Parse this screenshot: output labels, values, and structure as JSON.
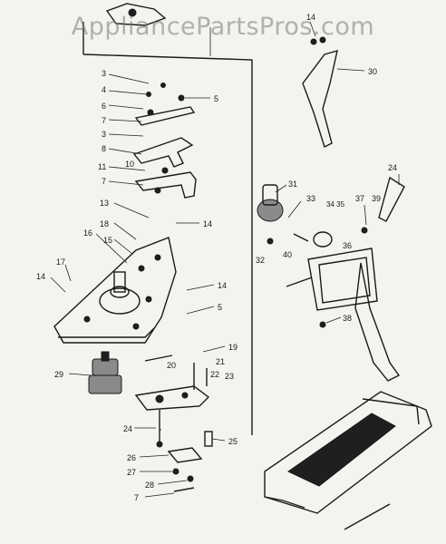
{
  "watermark": "AppliancePartsPros.com",
  "labels": {
    "l_3a": "3",
    "l_4": "4",
    "l_5a": "5",
    "l_6": "6",
    "l_7a": "7",
    "l_3b": "3",
    "l_8": "8",
    "l_11": "11",
    "l_10": "10",
    "l_7b": "7",
    "l_13": "13",
    "l_18": "18",
    "l_14a": "14",
    "l_16": "16",
    "l_15": "15",
    "l_14b": "14",
    "l_17": "17",
    "l_14c": "14",
    "l_5b": "5",
    "l_19": "19",
    "l_20": "20",
    "l_21": "21",
    "l_22": "22",
    "l_23": "23",
    "l_29": "29",
    "l_24a": "24",
    "l_25": "25",
    "l_26": "26",
    "l_27": "27",
    "l_28": "28",
    "l_7c": "7",
    "l_14d": "14",
    "l_30": "30",
    "l_31": "31",
    "l_33": "33",
    "l_34_35": "34 35",
    "l_37": "37",
    "l_39": "39",
    "l_24b": "24",
    "l_32": "32",
    "l_40": "40",
    "l_36": "36",
    "l_38": "38"
  }
}
